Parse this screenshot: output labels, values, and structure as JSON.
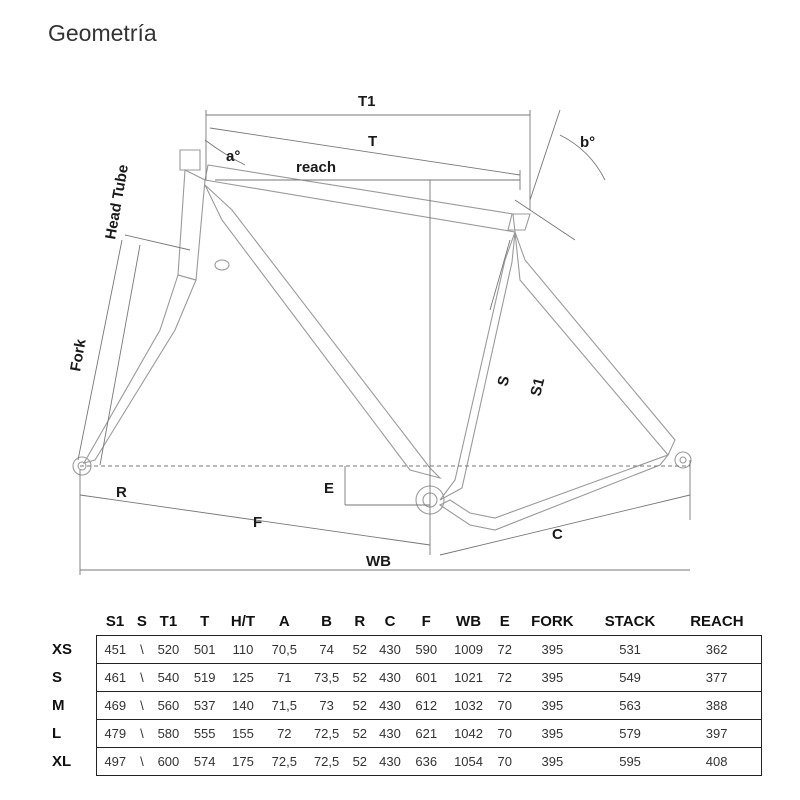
{
  "title": "Geometría",
  "labels": {
    "t1": "T1",
    "t": "T",
    "a": "a°",
    "b": "b°",
    "reach": "reach",
    "head_tube": "Head Tube",
    "fork": "Fork",
    "s": "S",
    "s1": "S1",
    "e": "E",
    "r": "R",
    "f": "F",
    "c": "C",
    "wb": "WB"
  },
  "table": {
    "columns": [
      "S1",
      "S",
      "T1",
      "T",
      "H/T",
      "A",
      "B",
      "R",
      "C",
      "F",
      "WB",
      "E",
      "FORK",
      "STACK",
      "REACH"
    ],
    "rows": [
      {
        "size": "XS",
        "values": [
          "451",
          "\\",
          "520",
          "501",
          "110",
          "70,5",
          "74",
          "52",
          "430",
          "590",
          "1009",
          "72",
          "395",
          "531",
          "362"
        ]
      },
      {
        "size": "S",
        "values": [
          "461",
          "\\",
          "540",
          "519",
          "125",
          "71",
          "73,5",
          "52",
          "430",
          "601",
          "1021",
          "72",
          "395",
          "549",
          "377"
        ]
      },
      {
        "size": "M",
        "values": [
          "469",
          "\\",
          "560",
          "537",
          "140",
          "71,5",
          "73",
          "52",
          "430",
          "612",
          "1032",
          "70",
          "395",
          "563",
          "388"
        ]
      },
      {
        "size": "L",
        "values": [
          "479",
          "\\",
          "580",
          "555",
          "155",
          "72",
          "72,5",
          "52",
          "430",
          "621",
          "1042",
          "70",
          "395",
          "579",
          "397"
        ]
      },
      {
        "size": "XL",
        "values": [
          "497",
          "\\",
          "600",
          "574",
          "175",
          "72,5",
          "72,5",
          "52",
          "430",
          "636",
          "1054",
          "70",
          "395",
          "595",
          "408"
        ]
      }
    ]
  }
}
